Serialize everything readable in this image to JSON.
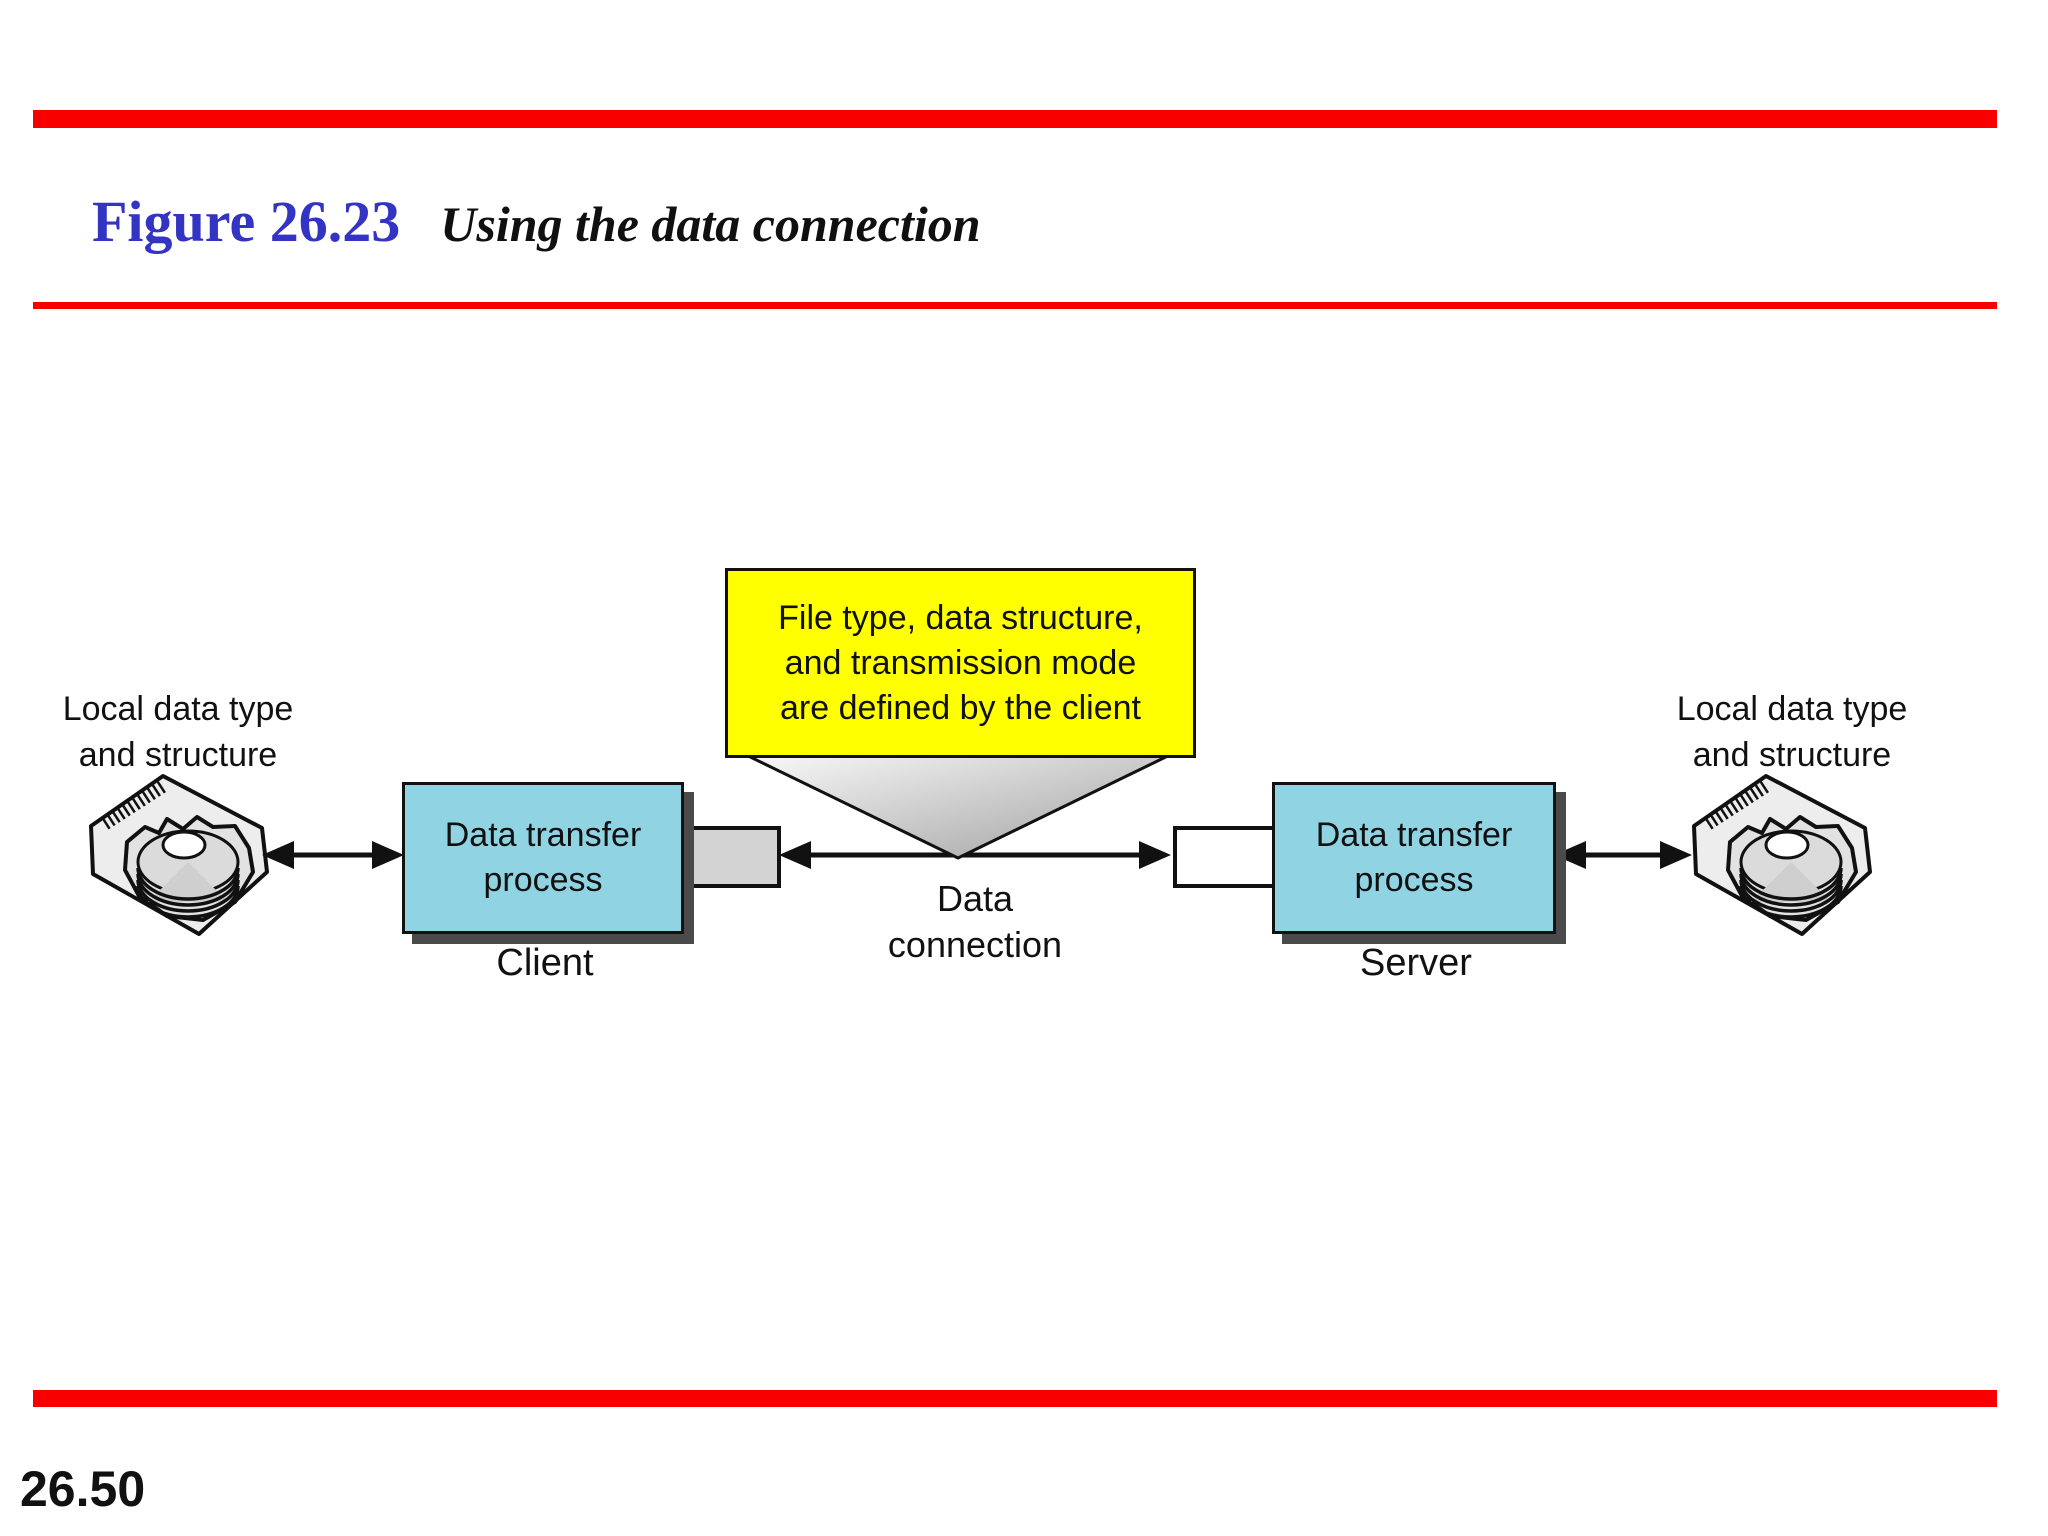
{
  "slide": {
    "figure_label": "Figure 26.23",
    "figure_title": "Using the data connection",
    "page_number": "26.50"
  },
  "colors": {
    "accent_red": "#f80000",
    "title_blue": "#3333c4",
    "process_box_cyan": "#90d3e2",
    "callout_yellow": "#ffff00",
    "connector_gray": "#d3d3d3",
    "connector_white": "#ffffff",
    "shadow_gray": "#4a4a4a",
    "line_black": "#111111"
  },
  "diagram": {
    "callout": {
      "lines": [
        "File type, data structure,",
        "and transmission mode",
        "are defined by the client"
      ]
    },
    "left_storage": {
      "lines": [
        "Local data type",
        "and structure"
      ],
      "icon": "disk-stack-icon"
    },
    "right_storage": {
      "lines": [
        "Local data type",
        "and structure"
      ],
      "icon": "disk-stack-icon"
    },
    "client_process": {
      "lines": [
        "Data transfer",
        "process"
      ],
      "caption": "Client"
    },
    "server_process": {
      "lines": [
        "Data transfer",
        "process"
      ],
      "caption": "Server"
    },
    "connection_label": {
      "lines": [
        "Data",
        "connection"
      ]
    }
  }
}
